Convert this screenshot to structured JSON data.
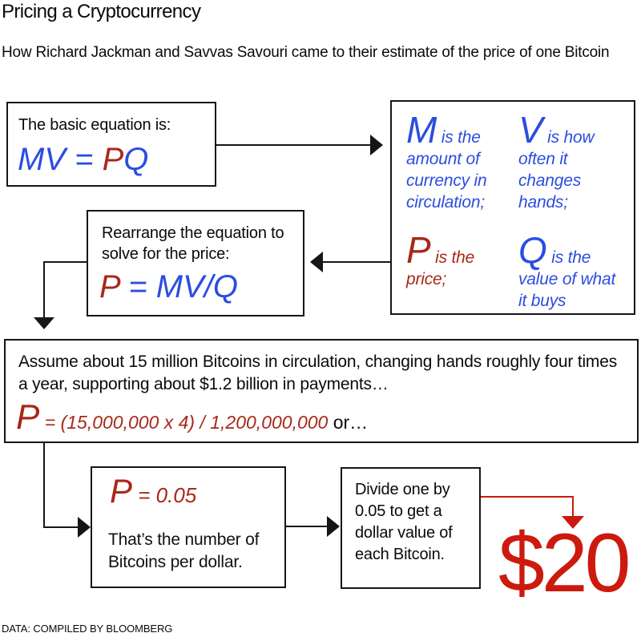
{
  "page": {
    "title": "Pricing a Cryptocurrency",
    "subtitle": "How Richard Jackman and Savvas Savouri came to their estimate of the price of one Bitcoin",
    "footer": "DATA: COMPILED BY BLOOMBERG"
  },
  "colors": {
    "blue": "#2b4de0",
    "red_dark": "#a8281a",
    "red_bright": "#cc1a0e",
    "ink": "#161616"
  },
  "basic": {
    "label": "The basic equation is:",
    "formula_mv": "MV",
    "formula_eq": " = ",
    "formula_p": "P",
    "formula_q": "Q"
  },
  "definitions": {
    "m_letter": "M",
    "m_text": " is the amount of currency in circulation;",
    "v_letter": "V",
    "v_text": " is how often it changes hands;",
    "p_letter": "P",
    "p_text": " is the price;",
    "q_letter": "Q",
    "q_text": " is the value of what it buys"
  },
  "rearrange": {
    "label": "Rearrange the equation to solve for the price:",
    "formula_p": "P",
    "formula_rest": " = MV/Q"
  },
  "assumption": {
    "text": "Assume about 15 million Bitcoins in circulation, changing hands roughly four times a year, supporting about $1.2 billion in payments…",
    "formula_p": "P",
    "formula_rest": " = (15,000,000 x 4) / 1,200,000,000",
    "suffix": " or…"
  },
  "result": {
    "formula_p": "P",
    "formula_rest": " = 0.05",
    "caption": "That’s the number of Bitcoins per dollar."
  },
  "divide": {
    "text": "Divide one by 0.05 to get a dollar value of each Bitcoin."
  },
  "final_value": "$20"
}
